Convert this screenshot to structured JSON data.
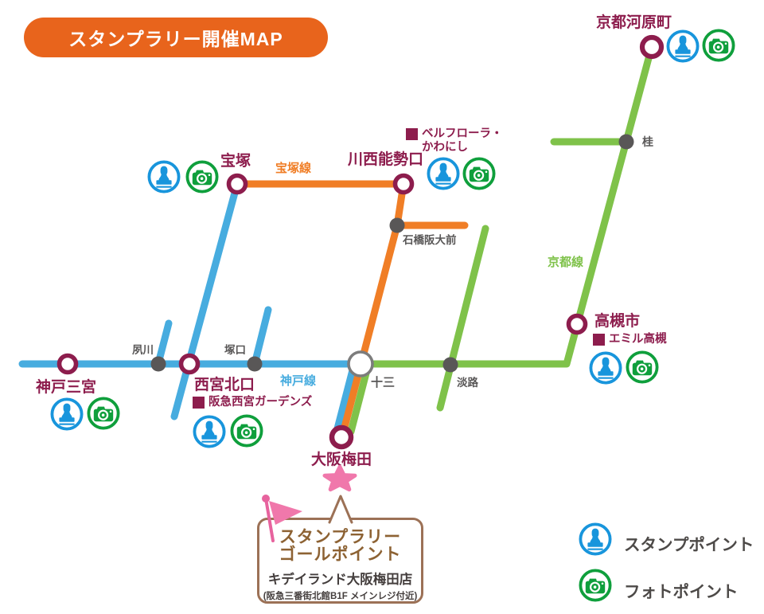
{
  "title": "スタンプラリー開催MAP",
  "lines": {
    "takarazuka": {
      "label": "宝塚線",
      "color": "#f07e26"
    },
    "kobe": {
      "label": "神戸線",
      "color": "#47acdf"
    },
    "kyoto": {
      "label": "京都線",
      "color": "#7fc24a"
    }
  },
  "stations": {
    "kyoto_kawaramachi": {
      "name": "京都河原町"
    },
    "katsura": {
      "name": "桂"
    },
    "takarazuka": {
      "name": "宝塚"
    },
    "kawanishi_noseguchi": {
      "name": "川西能勢口",
      "note1": "ベルフローラ・",
      "note2": "かわにし"
    },
    "ishibashi_handaimae": {
      "name": "石橋阪大前"
    },
    "takatsuki_shi": {
      "name": "高槻市",
      "note": "エミル高槻"
    },
    "kobe_sannomiya": {
      "name": "神戸三宮"
    },
    "shukugawa": {
      "name": "夙川"
    },
    "nishinomiya_kitaguchi": {
      "name": "西宮北口",
      "note": "阪急西宮ガーデンズ"
    },
    "tsukaguchi": {
      "name": "塚口"
    },
    "juso": {
      "name": "十三"
    },
    "awaji": {
      "name": "淡路"
    },
    "osaka_umeda": {
      "name": "大阪梅田"
    }
  },
  "goal": {
    "heading1": "スタンプラリー",
    "heading2": "ゴールポイント",
    "store": "キデイランド大阪梅田店",
    "detail": "(阪急三番街北館B1F メインレジ付近)"
  },
  "legend": {
    "stamp_label": "スタンプポイント",
    "photo_label": "フォトポイント"
  },
  "colors": {
    "badge_bg": "#e8641c",
    "line_blue": "#47acdf",
    "line_orange": "#f07e26",
    "line_green": "#7fc24a",
    "station_ring": "#8d1d4d",
    "minor_dot": "#595757",
    "stamp_icon_blue": "#1895dc",
    "photo_icon_green": "#0f9f3c",
    "goal_pink": "#f078ab",
    "bubble_border": "#9c7156"
  }
}
